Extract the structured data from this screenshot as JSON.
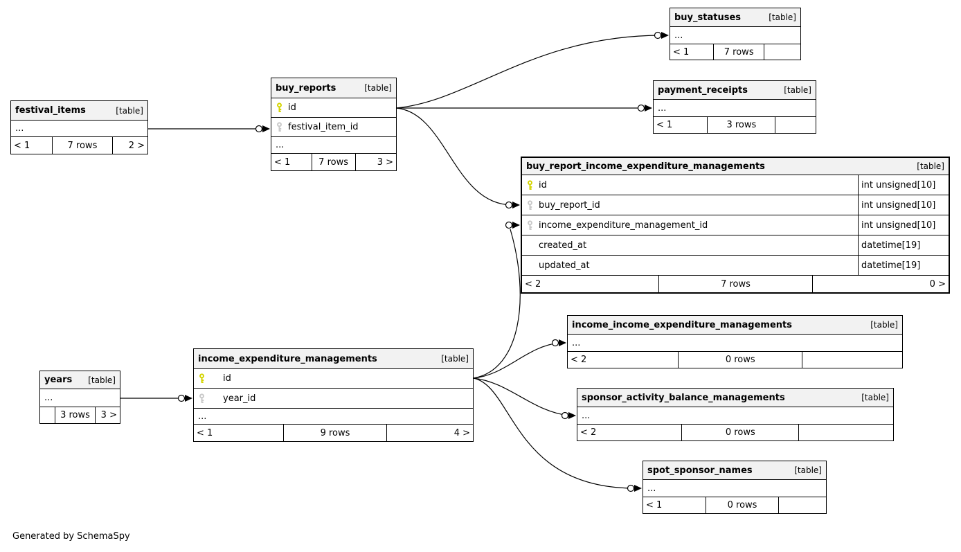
{
  "credit": "Generated by SchemaSpy",
  "colors": {
    "header_bg": "#f2f2f2",
    "border": "#000000",
    "pk_key": "#d4d400",
    "fk_key": "#c9c9c9"
  },
  "tables": [
    {
      "name": "festival_items",
      "tag": "[table]",
      "columns": [
        {
          "label": "...",
          "key": "none"
        }
      ],
      "footer": {
        "left": "< 1",
        "center": "7 rows",
        "right": "2 >"
      }
    },
    {
      "name": "buy_reports",
      "tag": "[table]",
      "columns": [
        {
          "label": "id",
          "key": "pk"
        },
        {
          "label": "festival_item_id",
          "key": "fk"
        },
        {
          "label": "...",
          "key": "none"
        }
      ],
      "footer": {
        "left": "< 1",
        "center": "7 rows",
        "right": "3 >"
      }
    },
    {
      "name": "buy_statuses",
      "tag": "[table]",
      "columns": [
        {
          "label": "...",
          "key": "none"
        }
      ],
      "footer": {
        "left": "< 1",
        "center": "7 rows",
        "right": ""
      }
    },
    {
      "name": "payment_receipts",
      "tag": "[table]",
      "columns": [
        {
          "label": "...",
          "key": "none"
        }
      ],
      "footer": {
        "left": "< 1",
        "center": "3 rows",
        "right": ""
      }
    },
    {
      "name": "buy_report_income_expenditure_managements",
      "tag": "[table]",
      "columns": [
        {
          "label": "id",
          "key": "pk",
          "type": "int unsigned[10]"
        },
        {
          "label": "buy_report_id",
          "key": "fk",
          "type": "int unsigned[10]"
        },
        {
          "label": "income_expenditure_management_id",
          "key": "fk",
          "type": "int unsigned[10]"
        },
        {
          "label": "created_at",
          "key": "none",
          "type": "datetime[19]"
        },
        {
          "label": "updated_at",
          "key": "none",
          "type": "datetime[19]"
        }
      ],
      "footer": {
        "left": "< 2",
        "center": "7 rows",
        "right": "0 >"
      }
    },
    {
      "name": "income_income_expenditure_managements",
      "tag": "[table]",
      "columns": [
        {
          "label": "...",
          "key": "none"
        }
      ],
      "footer": {
        "left": "< 2",
        "center": "0 rows",
        "right": ""
      }
    },
    {
      "name": "sponsor_activity_balance_managements",
      "tag": "[table]",
      "columns": [
        {
          "label": "...",
          "key": "none"
        }
      ],
      "footer": {
        "left": "< 2",
        "center": "0 rows",
        "right": ""
      }
    },
    {
      "name": "spot_sponsor_names",
      "tag": "[table]",
      "columns": [
        {
          "label": "...",
          "key": "none"
        }
      ],
      "footer": {
        "left": "< 1",
        "center": "0 rows",
        "right": ""
      }
    },
    {
      "name": "income_expenditure_managements",
      "tag": "[table]",
      "columns": [
        {
          "label": "id",
          "key": "pk"
        },
        {
          "label": "year_id",
          "key": "fk"
        },
        {
          "label": "...",
          "key": "none"
        }
      ],
      "footer": {
        "left": "< 1",
        "center": "9 rows",
        "right": "4 >"
      }
    },
    {
      "name": "years",
      "tag": "[table]",
      "columns": [
        {
          "label": "...",
          "key": "none"
        }
      ],
      "footer": {
        "left": "",
        "center": "3 rows",
        "right": "3 >"
      }
    }
  ],
  "relationships": [
    {
      "from": "festival_items",
      "to": "buy_reports.festival_item_id"
    },
    {
      "from": "buy_reports.id",
      "to": "buy_statuses"
    },
    {
      "from": "buy_reports.id",
      "to": "payment_receipts"
    },
    {
      "from": "buy_reports.id",
      "to": "buy_report_income_expenditure_managements.buy_report_id"
    },
    {
      "from": "income_expenditure_managements.id",
      "to": "buy_report_income_expenditure_managements.income_expenditure_management_id"
    },
    {
      "from": "income_expenditure_managements.id",
      "to": "income_income_expenditure_managements"
    },
    {
      "from": "income_expenditure_managements.id",
      "to": "sponsor_activity_balance_managements"
    },
    {
      "from": "income_expenditure_managements.id",
      "to": "spot_sponsor_names"
    },
    {
      "from": "years",
      "to": "income_expenditure_managements.year_id"
    }
  ]
}
